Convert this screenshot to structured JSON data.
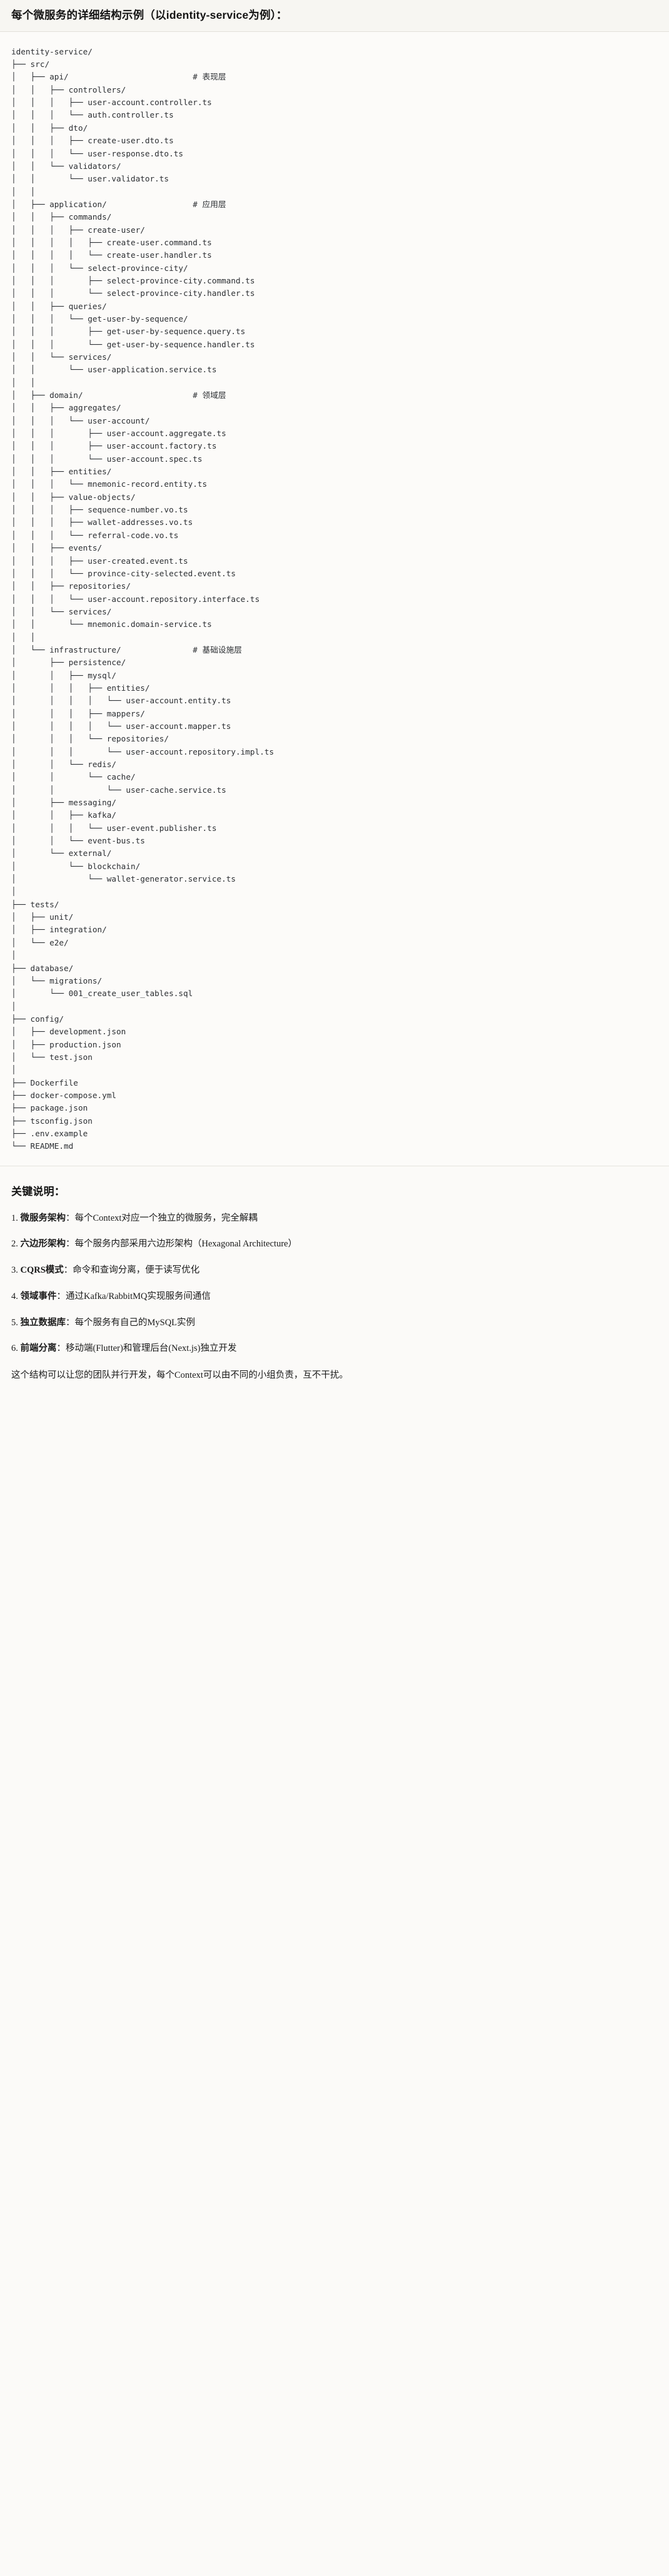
{
  "header": {
    "title": "每个微服务的详细结构示例（以identity-service为例）："
  },
  "tree": {
    "root": "identity-service/",
    "text": "identity-service/\n├── src/\n│   ├── api/                          # 表现层\n│   │   ├── controllers/\n│   │   │   ├── user-account.controller.ts\n│   │   │   └── auth.controller.ts\n│   │   ├── dto/\n│   │   │   ├── create-user.dto.ts\n│   │   │   └── user-response.dto.ts\n│   │   └── validators/\n│   │       └── user.validator.ts\n│   │\n│   ├── application/                  # 应用层\n│   │   ├── commands/\n│   │   │   ├── create-user/\n│   │   │   │   ├── create-user.command.ts\n│   │   │   │   └── create-user.handler.ts\n│   │   │   └── select-province-city/\n│   │   │       ├── select-province-city.command.ts\n│   │   │       └── select-province-city.handler.ts\n│   │   ├── queries/\n│   │   │   └── get-user-by-sequence/\n│   │   │       ├── get-user-by-sequence.query.ts\n│   │   │       └── get-user-by-sequence.handler.ts\n│   │   └── services/\n│   │       └── user-application.service.ts\n│   │\n│   ├── domain/                       # 领域层\n│   │   ├── aggregates/\n│   │   │   └── user-account/\n│   │   │       ├── user-account.aggregate.ts\n│   │   │       ├── user-account.factory.ts\n│   │   │       └── user-account.spec.ts\n│   │   ├── entities/\n│   │   │   └── mnemonic-record.entity.ts\n│   │   ├── value-objects/\n│   │   │   ├── sequence-number.vo.ts\n│   │   │   ├── wallet-addresses.vo.ts\n│   │   │   └── referral-code.vo.ts\n│   │   ├── events/\n│   │   │   ├── user-created.event.ts\n│   │   │   └── province-city-selected.event.ts\n│   │   ├── repositories/\n│   │   │   └── user-account.repository.interface.ts\n│   │   └── services/\n│   │       └── mnemonic.domain-service.ts\n│   │\n│   └── infrastructure/               # 基础设施层\n│       ├── persistence/\n│       │   ├── mysql/\n│       │   │   ├── entities/\n│       │   │   │   └── user-account.entity.ts\n│       │   │   ├── mappers/\n│       │   │   │   └── user-account.mapper.ts\n│       │   │   └── repositories/\n│       │   │       └── user-account.repository.impl.ts\n│       │   └── redis/\n│       │       └── cache/\n│       │           └── user-cache.service.ts\n│       ├── messaging/\n│       │   ├── kafka/\n│       │   │   └── user-event.publisher.ts\n│       │   └── event-bus.ts\n│       └── external/\n│           └── blockchain/\n│               └── wallet-generator.service.ts\n│\n├── tests/\n│   ├── unit/\n│   ├── integration/\n│   └── e2e/\n│\n├── database/\n│   └── migrations/\n│       └── 001_create_user_tables.sql\n│\n├── config/\n│   ├── development.json\n│   ├── production.json\n│   └── test.json\n│\n├── Dockerfile\n├── docker-compose.yml\n├── package.json\n├── tsconfig.json\n├── .env.example\n└── README.md",
    "layer_comments": [
      {
        "marker": "#",
        "label": "表现层"
      },
      {
        "marker": "#",
        "label": "应用层"
      },
      {
        "marker": "#",
        "label": "领域层"
      },
      {
        "marker": "#",
        "label": "基础设施层"
      }
    ]
  },
  "keys": {
    "title": "关键说明：",
    "items": [
      {
        "term": "微服务架构",
        "desc": "：每个Context对应一个独立的微服务，完全解耦"
      },
      {
        "term": "六边形架构",
        "desc": "：每个服务内部采用六边形架构（Hexagonal Architecture）"
      },
      {
        "term": "CQRS模式",
        "desc": "：命令和查询分离，便于读写优化"
      },
      {
        "term": "领域事件",
        "desc": "：通过Kafka/RabbitMQ实现服务间通信"
      },
      {
        "term": "独立数据库",
        "desc": "：每个服务有自己的MySQL实例"
      },
      {
        "term": "前端分离",
        "desc": "：移动端(Flutter)和管理后台(Next.js)独立开发"
      }
    ],
    "closing": "这个结构可以让您的团队并行开发，每个Context可以由不同的小组负责，互不干扰。"
  }
}
